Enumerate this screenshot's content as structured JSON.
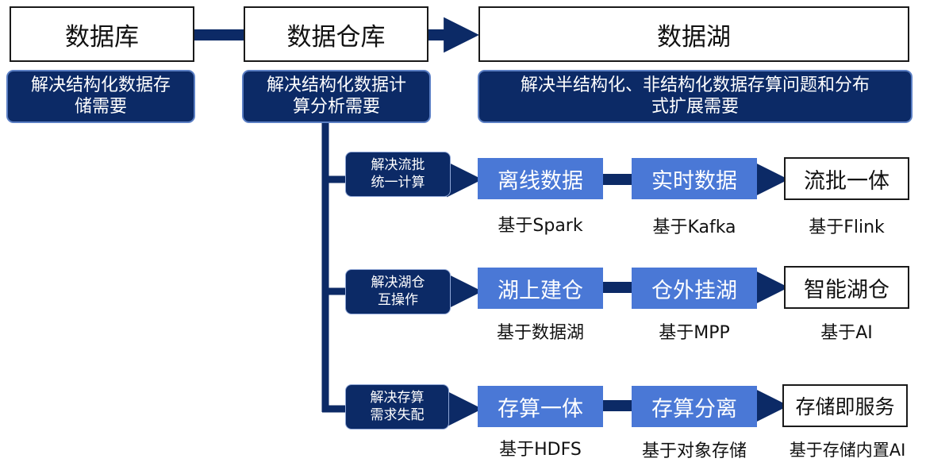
{
  "colors": {
    "navy": "#0c2a66",
    "blue": "#4a78d6",
    "white": "#ffffff"
  },
  "top_row": {
    "database": "数据库",
    "warehouse": "数据仓库",
    "lake": "数据湖"
  },
  "descriptions": {
    "database": "解决结构化数据存\n储需要",
    "warehouse": "解决结构化数据计\n算分析需要",
    "lake": "解决半结构化、非结构化数据存算问题和分布\n式扩展需要"
  },
  "branches": [
    {
      "label": "解决流批\n统一计算",
      "steps": [
        "离线数据",
        "实时数据",
        "流批一体"
      ],
      "notes": [
        "基于Spark",
        "基于Kafka",
        "基于Flink"
      ]
    },
    {
      "label": "解决湖仓\n互操作",
      "steps": [
        "湖上建仓",
        "仓外挂湖",
        "智能湖仓"
      ],
      "notes": [
        "基于数据湖",
        "基于MPP",
        "基于AI"
      ]
    },
    {
      "label": "解决存算\n需求失配",
      "steps": [
        "存算一体",
        "存算分离",
        "存储即服务"
      ],
      "notes": [
        "基于HDFS",
        "基于对象存储",
        "基于存储内置AI"
      ]
    }
  ]
}
